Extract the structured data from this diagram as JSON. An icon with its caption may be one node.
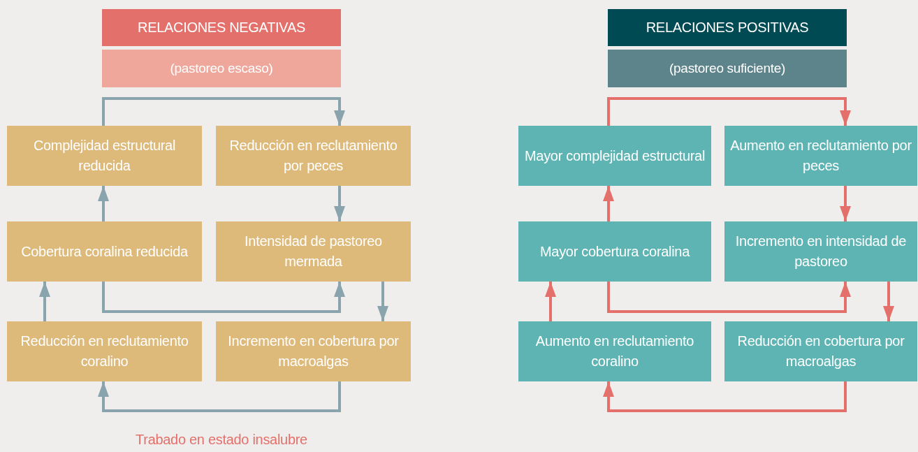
{
  "diagram": {
    "nodes": [
      {
        "text": [
          "RELACIONES NEGATIVAS"
        ]
      },
      {
        "text": [
          "(pastoreo escaso)"
        ]
      },
      {
        "text": [
          "Complejidad estructural reducida"
        ]
      },
      {
        "text": [
          "Reducción en reclutamiento por peces"
        ]
      },
      {
        "text": [
          "Cobertura coralina reducida"
        ]
      },
      {
        "text": [
          "Intensidad de pastoreo mermada"
        ]
      },
      {
        "text": [
          "Reducción en reclutamiento coralino"
        ]
      },
      {
        "text": [
          "Incremento en cobertura por macroalgas"
        ]
      },
      {
        "text": [
          "RELACIONES POSITIVAS"
        ]
      },
      {
        "text": [
          "(pastoreo suficiente)"
        ]
      },
      {
        "text": [
          "Mayor complejidad estructural"
        ]
      },
      {
        "text": [
          "Aumento en reclutamiento por peces"
        ]
      },
      {
        "text": [
          "Mayor cobertura coralina"
        ]
      },
      {
        "text": [
          "Incremento en intensidad de pastoreo"
        ]
      },
      {
        "text": [
          "Aumento en reclutamiento coralino"
        ]
      },
      {
        "text": [
          "Reducción en cobertura por macroalgas"
        ]
      }
    ],
    "edges": [
      {
        "from": 2,
        "to": 3,
        "arrow": "to",
        "color": "#8aa4ad"
      },
      {
        "from": 3,
        "to": 5,
        "arrow": "to",
        "color": "#8aa4ad"
      },
      {
        "from": 5,
        "to": 7,
        "arrow": "to",
        "color": "#8aa4ad"
      },
      {
        "from": 4,
        "to": 5,
        "arrow": "to",
        "color": "#8aa4ad"
      },
      {
        "from": 7,
        "to": 6,
        "arrow": "to",
        "color": "#8aa4ad"
      },
      {
        "from": 6,
        "to": 4,
        "arrow": "to",
        "color": "#8aa4ad"
      },
      {
        "from": 4,
        "to": 2,
        "arrow": "to",
        "color": "#8aa4ad"
      },
      {
        "from": 10,
        "to": 11,
        "arrow": "to",
        "color": "#e4706b"
      },
      {
        "from": 11,
        "to": 13,
        "arrow": "to",
        "color": "#e4706b"
      },
      {
        "from": 13,
        "to": 15,
        "arrow": "to",
        "color": "#e4706b"
      },
      {
        "from": 12,
        "to": 13,
        "arrow": "to",
        "color": "#e4706b"
      },
      {
        "from": 15,
        "to": 14,
        "arrow": "to",
        "color": "#e4706b"
      },
      {
        "from": 14,
        "to": 12,
        "arrow": "to",
        "color": "#e4706b"
      },
      {
        "from": 12,
        "to": 10,
        "arrow": "to",
        "color": "#e4706b"
      }
    ],
    "labels": [
      "Trabado en estado insalubre"
    ]
  }
}
